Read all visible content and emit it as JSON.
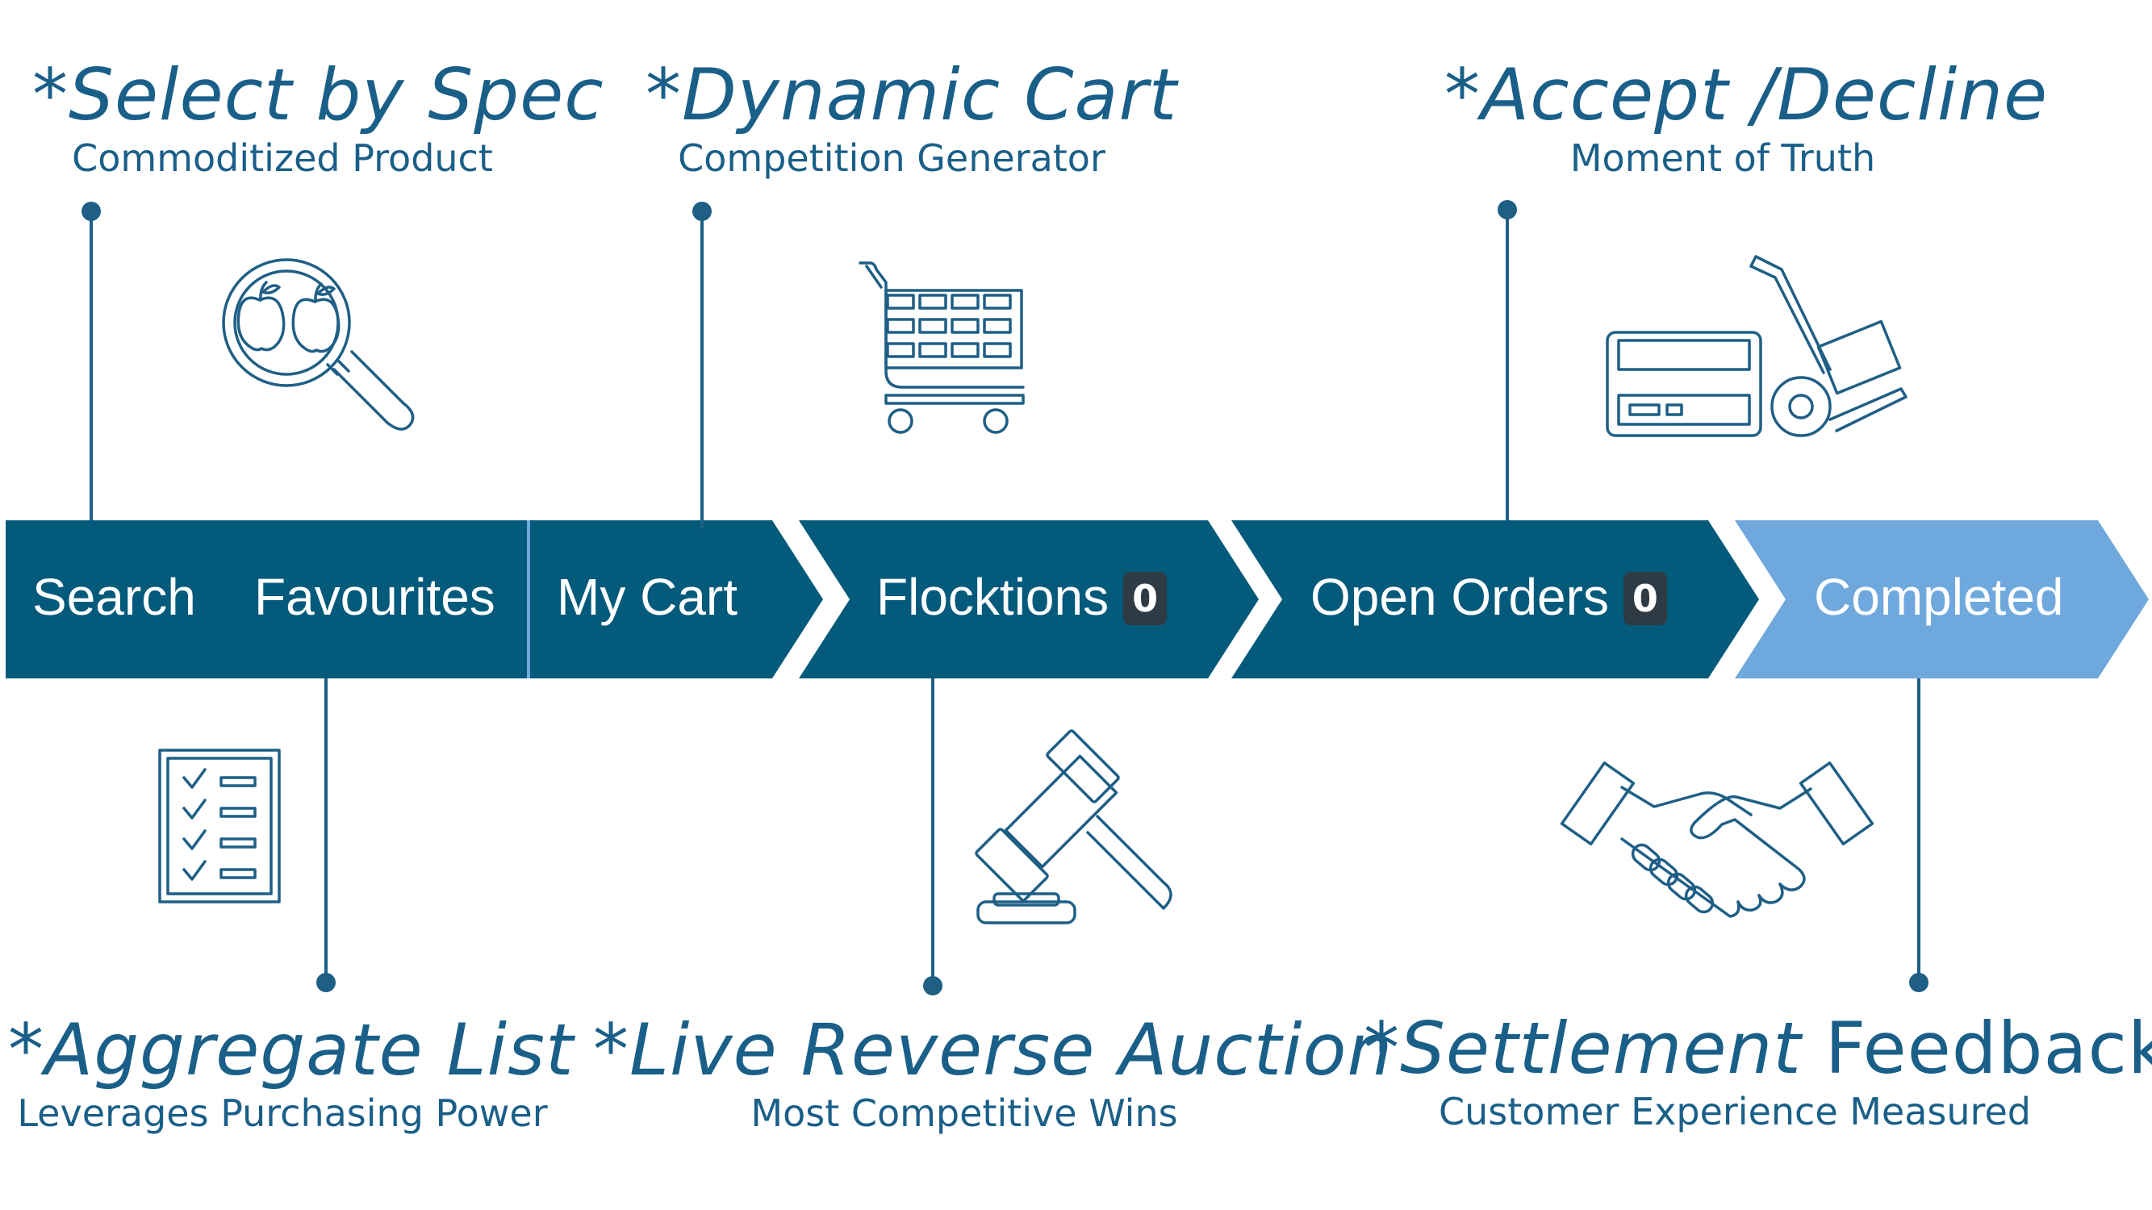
{
  "colors": {
    "primary": "#045a7a",
    "completed": "#6fa8dc",
    "callout_text": "#1a5f88",
    "icon_stroke": "#1f5f86",
    "badge_bg": "#2e3a44"
  },
  "callouts": {
    "select_by_spec": {
      "title": "*Select by Spec",
      "subtitle": "Commoditized Product",
      "icon": "magnifier-apples-icon"
    },
    "dynamic_cart": {
      "title": "*Dynamic Cart",
      "subtitle": "Competition Generator",
      "icon": "shopping-cart-icon"
    },
    "accept_decline": {
      "title": "*Accept /Decline",
      "subtitle": "Moment of Truth",
      "icon": "card-and-hand-truck-icon"
    },
    "aggregate_list": {
      "title": "*Aggregate List",
      "subtitle": "Leverages Purchasing Power",
      "icon": "checklist-icon"
    },
    "live_reverse_auction": {
      "title": "*Live Reverse Auction",
      "subtitle": "Most Competitive Wins",
      "icon": "gavel-icon"
    },
    "settlement_feedback": {
      "title_italic": "*Settlement",
      "title_plain": " Feedback",
      "subtitle": "Customer Experience Measured",
      "icon": "handshake-icon"
    }
  },
  "nav": {
    "search": "Search",
    "favourites": "Favourites",
    "my_cart": "My Cart",
    "flocktions": "Flocktions",
    "flocktions_count": "0",
    "open_orders": "Open Orders",
    "open_orders_count": "0",
    "completed": "Completed"
  }
}
